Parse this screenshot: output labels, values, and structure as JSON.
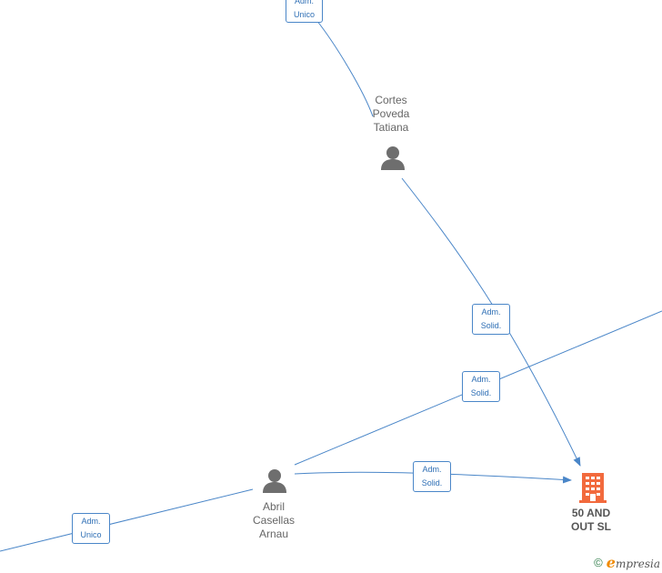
{
  "nodes": {
    "cortes": {
      "line1": "Cortes",
      "line2": "Poveda",
      "line3": "Tatiana"
    },
    "abril": {
      "line1": "Abril",
      "line2": "Casellas",
      "line3": "Arnau"
    },
    "company": {
      "line1": "50 AND",
      "line2": "OUT  SL"
    }
  },
  "edges": {
    "top": {
      "line1": "Adm.",
      "line2": "Unico"
    },
    "cortes_company": {
      "line1": "Adm.",
      "line2": "Solid."
    },
    "abril_right": {
      "line1": "Adm.",
      "line2": "Solid."
    },
    "abril_company": {
      "line1": "Adm.",
      "line2": "Solid."
    },
    "bottom_left": {
      "line1": "Adm.",
      "line2": "Unico"
    }
  },
  "footer": {
    "copyright": "©",
    "brand_initial": "e",
    "brand_rest": "mpresia"
  },
  "colors": {
    "edge": "#4a86c8",
    "person": "#6e6e6e",
    "company": "#f26a3d"
  }
}
